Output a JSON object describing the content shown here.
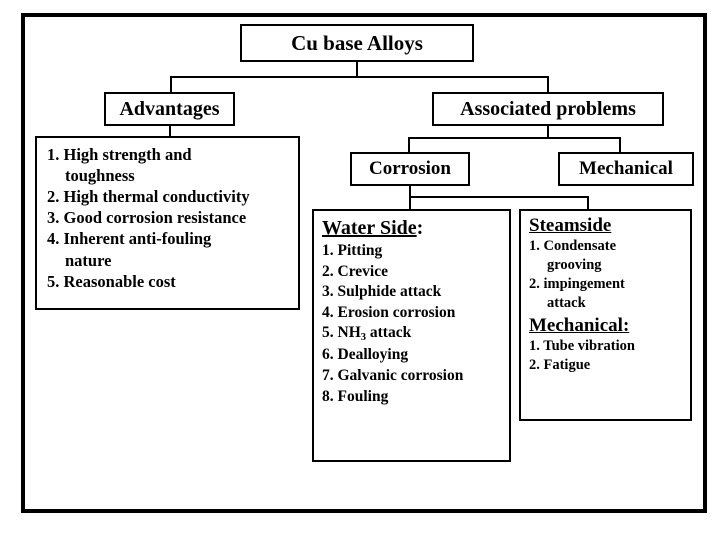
{
  "diagram": {
    "title": "Cu base Alloys",
    "frame_color": "#000000",
    "background_color": "#ffffff",
    "root": {
      "label": "Cu base Alloys"
    },
    "branches": {
      "advantages": {
        "header": "Advantages",
        "items": [
          {
            "num": "1.",
            "text": "High strength and",
            "cont": "toughness"
          },
          {
            "num": "2.",
            "text": "High thermal conductivity",
            "cont": ""
          },
          {
            "num": "3.",
            "text": "Good corrosion resistance",
            "cont": ""
          },
          {
            "num": "4.",
            "text": "Inherent anti-fouling",
            "cont": "nature"
          },
          {
            "num": "5.",
            "text": "Reasonable cost",
            "cont": ""
          }
        ]
      },
      "associated_problems": {
        "header": "Associated problems",
        "corrosion": {
          "header": "Corrosion",
          "section_title": "Water Side",
          "section_title_suffix": ":",
          "items": [
            "1. Pitting",
            "2. Crevice",
            "3. Sulphide attack",
            "4. Erosion corrosion",
            "6.  Dealloying",
            "7. Galvanic corrosion",
            "8. Fouling"
          ],
          "item_nh3": {
            "num": "5.",
            "formula_base": "NH",
            "formula_sub": "3",
            "tail": "attack"
          }
        },
        "mechanical": {
          "header": "Mechanical",
          "section_title_1": "Steamside",
          "steamside_items": [
            {
              "num": "1.",
              "text": "Condensate",
              "cont": "grooving"
            },
            {
              "num": "2.",
              "text": "impingement",
              "cont": "attack"
            }
          ],
          "section_title_2": "Mechanical",
          "section_title_2_suffix": ":",
          "mechanical_items": [
            "1. Tube vibration",
            "2. Fatigue"
          ]
        }
      }
    }
  }
}
